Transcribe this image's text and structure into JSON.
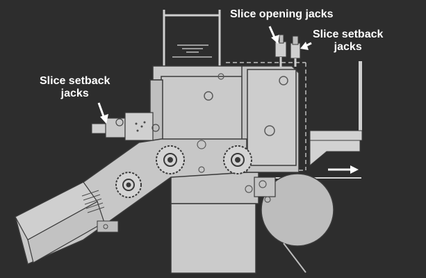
{
  "labels": {
    "opening_jacks": "Slice opening jacks",
    "setback_jacks_right": "Slice setback\njacks",
    "setback_jacks_left": "Slice setback\njacks"
  },
  "colors": {
    "background": "#2d2d2d",
    "metal": "#c9c9c9",
    "metal_dark": "#9e9e9e",
    "outline": "#3a3a3a",
    "roll": "#bdbdbd",
    "text": "#ffffff"
  }
}
